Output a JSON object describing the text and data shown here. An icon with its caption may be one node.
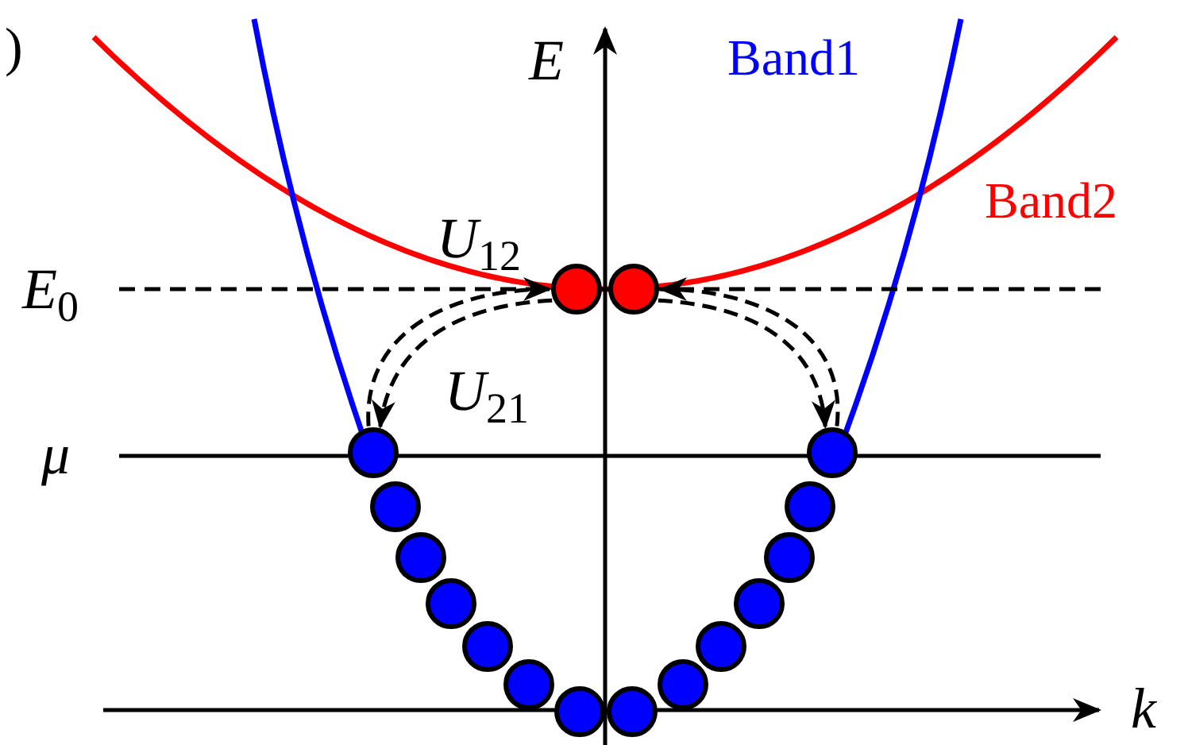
{
  "diagram": {
    "nodes": [
      {
        "text": [],
        "shape": "circle"
      },
      {
        "text": [],
        "shape": "circle"
      },
      {
        "text": [],
        "shape": "circle"
      },
      {
        "text": [],
        "shape": "circle"
      },
      {
        "text": [],
        "shape": "circle"
      },
      {
        "text": [],
        "shape": "circle"
      },
      {
        "text": [],
        "shape": "circle"
      },
      {
        "text": [],
        "shape": "circle"
      },
      {
        "text": [],
        "shape": "circle"
      },
      {
        "text": [],
        "shape": "circle"
      },
      {
        "text": [],
        "shape": "circle"
      },
      {
        "text": [],
        "shape": "circle"
      },
      {
        "text": [],
        "shape": "circle"
      },
      {
        "text": [],
        "shape": "circle"
      },
      {
        "text": [],
        "shape": "circle"
      },
      {
        "text": [],
        "shape": "circle"
      }
    ],
    "edges": [
      {
        "from": 2,
        "to": 0,
        "arrow": "to",
        "style": "dashed"
      },
      {
        "from": 0,
        "to": 2,
        "arrow": "to",
        "style": "dashed"
      },
      {
        "from": 15,
        "to": 1,
        "arrow": "to",
        "style": "dashed"
      },
      {
        "from": 1,
        "to": 15,
        "arrow": "to",
        "style": "dashed"
      }
    ],
    "labels": [
      ")",
      "E",
      "Band1",
      "Band2",
      "U$_{12}$",
      "E$_{0}$",
      "U$_{21}$",
      "μ",
      "k"
    ]
  }
}
